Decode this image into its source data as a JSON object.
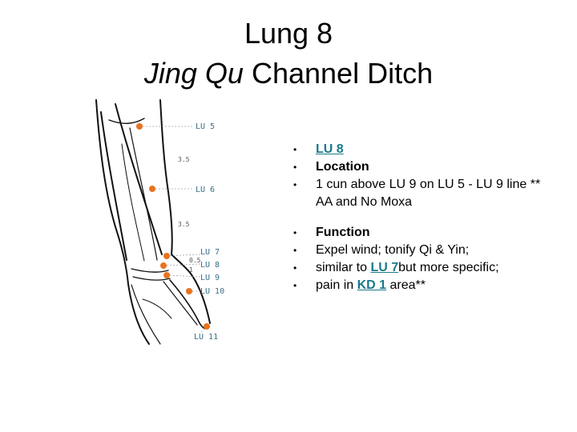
{
  "title": {
    "line1": "Lung 8",
    "line2_italic": "Jing Qu",
    "line2_rest": " Channel Ditch"
  },
  "figure": {
    "labels": {
      "lu5": "LU 5",
      "lu6": "LU 6",
      "lu7": "LU 7",
      "lu8": "LU 8",
      "lu9": "LU 9",
      "lu10": "LU 10",
      "lu11": "LU 11",
      "m35a": "3.5",
      "m35b": "3.5",
      "m05": "0.5",
      "m1": "1"
    },
    "point_color": "#e8731e"
  },
  "bullets": {
    "group1": {
      "item1": "LU 8",
      "item2": "Location",
      "item3": "1 cun above LU 9 on LU 5 - LU 9 line ** AA and No Moxa"
    },
    "group2": {
      "item1": "Function",
      "item2": "Expel wind; tonify Qi & Yin;",
      "item3_pre": "similar to ",
      "item3_link": "LU 7",
      "item3_post": "but more specific;",
      "item4_pre": " pain in ",
      "item4_link": "KD 1",
      "item4_post": " area**"
    },
    "bullet_char": "•"
  }
}
